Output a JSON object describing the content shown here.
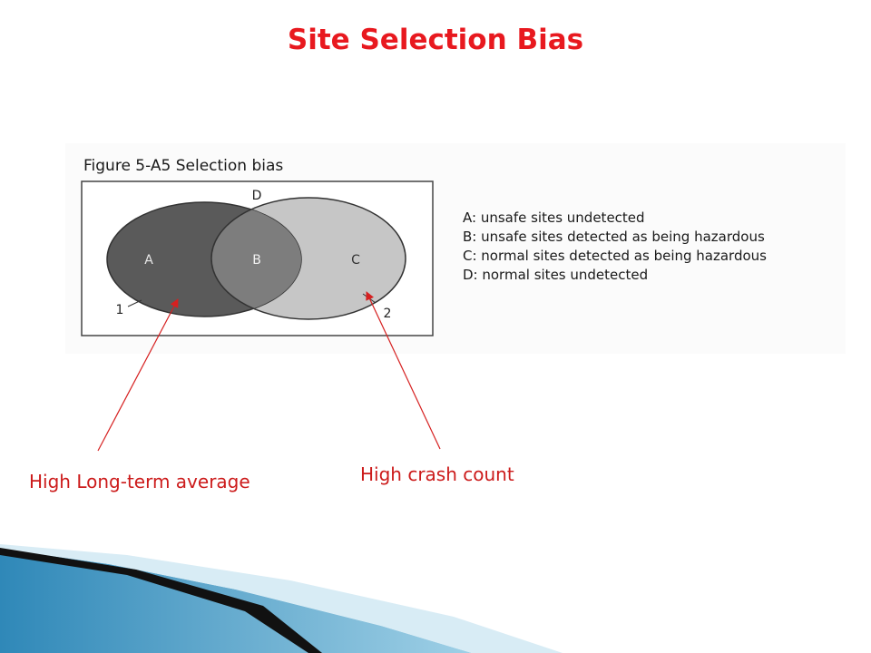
{
  "slide": {
    "title": "Site Selection Bias"
  },
  "figure": {
    "caption": "Figure 5-A5  Selection bias",
    "region_labels": {
      "a": "A",
      "b": "B",
      "c": "C",
      "d": "D"
    },
    "pointer_labels": {
      "one": "1",
      "two": "2"
    },
    "legend": [
      "A:  unsafe sites undetected",
      "B:  unsafe sites detected as being hazardous",
      "C:  normal sites detected as being hazardous",
      "D:  normal sites undetected"
    ]
  },
  "callouts": {
    "left": "High Long-term average",
    "right": "High crash count"
  },
  "colors": {
    "title": "#e8191f",
    "callout_text": "#cc1b1b",
    "arrow": "#d62020",
    "ellipse_dark": "#5a5a5a",
    "ellipse_light": "#c6c6c6",
    "overlap": "#7d7d7d",
    "footer_blue": "#3f9ac4",
    "footer_dark": "#111111"
  }
}
